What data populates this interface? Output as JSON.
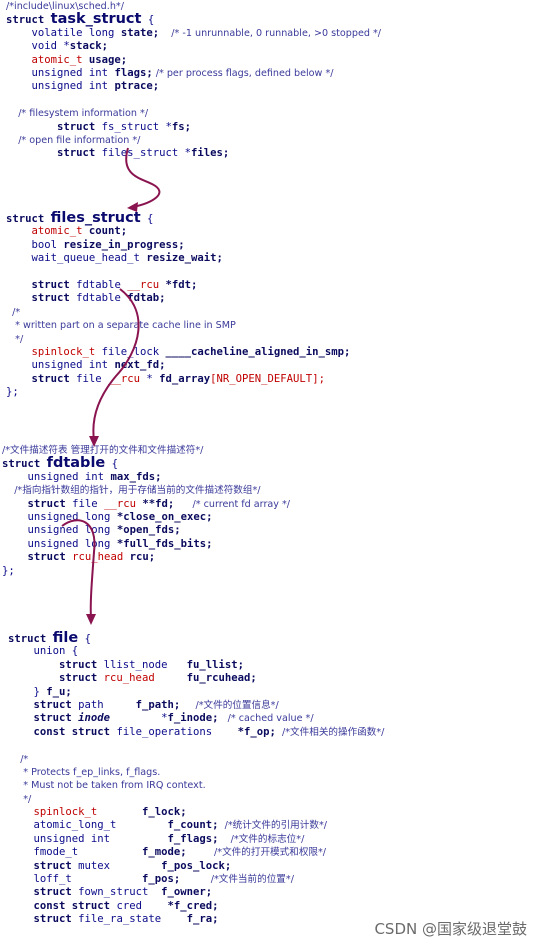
{
  "blocks": [
    {
      "id": "task-struct",
      "lines": [
        [
          {
            "t": "/*include\\linux\\sched.h*/",
            "c": "cm"
          }
        ],
        [
          {
            "t": "struct ",
            "c": "kw b"
          },
          {
            "t": "task_struct",
            "c": "big"
          },
          {
            "t": " {",
            "c": "kw"
          }
        ],
        [
          {
            "t": "    volatile long ",
            "c": "kw"
          },
          {
            "t": "state;",
            "c": "b"
          },
          {
            "t": "    /* -1 unrunnable, 0 runnable, >0 stopped */",
            "c": "cm"
          }
        ],
        [
          {
            "t": "    void *",
            "c": "kw"
          },
          {
            "t": "stack;",
            "c": "b"
          }
        ],
        [
          {
            "t": "    atomic_t ",
            "c": "red"
          },
          {
            "t": "usage;",
            "c": "b"
          }
        ],
        [
          {
            "t": "    unsigned int ",
            "c": "kw"
          },
          {
            "t": "flags;",
            "c": "b"
          },
          {
            "t": " /* per process flags, defined below */",
            "c": "cm"
          }
        ],
        [
          {
            "t": "    unsigned int ",
            "c": "kw"
          },
          {
            "t": "ptrace;",
            "c": "b"
          }
        ],
        [
          {
            "t": "",
            "c": ""
          }
        ],
        [
          {
            "t": "    /* filesystem information */",
            "c": "cm"
          }
        ],
        [
          {
            "t": "        struct ",
            "c": "kw b"
          },
          {
            "t": "fs_struct *",
            "c": "kw"
          },
          {
            "t": "fs;",
            "c": "b"
          }
        ],
        [
          {
            "t": "    /* open file information */",
            "c": "cm"
          }
        ],
        [
          {
            "t": "        struct ",
            "c": "kw b"
          },
          {
            "t": "files_struct *",
            "c": "kw"
          },
          {
            "t": "files;",
            "c": "b"
          }
        ]
      ]
    },
    {
      "id": "files-struct",
      "lines": [
        [
          {
            "t": "struct ",
            "c": "kw b"
          },
          {
            "t": "files_struct",
            "c": "big"
          },
          {
            "t": " {",
            "c": "kw"
          }
        ],
        [
          {
            "t": "    atomic_t ",
            "c": "red"
          },
          {
            "t": "count;",
            "c": "b"
          }
        ],
        [
          {
            "t": "    bool ",
            "c": "kw"
          },
          {
            "t": "resize_in_progress;",
            "c": "b"
          }
        ],
        [
          {
            "t": "    wait_queue_head_t ",
            "c": "kw"
          },
          {
            "t": "resize_wait;",
            "c": "b"
          }
        ],
        [
          {
            "t": "",
            "c": ""
          }
        ],
        [
          {
            "t": "    struct ",
            "c": "kw b"
          },
          {
            "t": "fdtable ",
            "c": "kw"
          },
          {
            "t": "__rcu ",
            "c": "red"
          },
          {
            "t": "*fdt;",
            "c": "b"
          }
        ],
        [
          {
            "t": "    struct ",
            "c": "kw b"
          },
          {
            "t": "fdtable ",
            "c": "kw"
          },
          {
            "t": "fdtab;",
            "c": "b"
          }
        ],
        [
          {
            "t": "  /*",
            "c": "cm"
          }
        ],
        [
          {
            "t": "   * written part on a separate cache line in SMP",
            "c": "cm"
          }
        ],
        [
          {
            "t": "   */",
            "c": "cm"
          }
        ],
        [
          {
            "t": "    spinlock_t ",
            "c": "red"
          },
          {
            "t": "file_lock ",
            "c": "kw"
          },
          {
            "t": "____cacheline_aligned_in_smp;",
            "c": "b"
          }
        ],
        [
          {
            "t": "    unsigned int ",
            "c": "kw"
          },
          {
            "t": "next_fd;",
            "c": "b"
          }
        ],
        [
          {
            "t": "    struct ",
            "c": "kw b"
          },
          {
            "t": "file ",
            "c": "kw"
          },
          {
            "t": "__rcu ",
            "c": "red"
          },
          {
            "t": "* ",
            "c": "kw"
          },
          {
            "t": "fd_array",
            "c": "b"
          },
          {
            "t": "[NR_OPEN_DEFAULT];",
            "c": "red"
          }
        ],
        [
          {
            "t": "};",
            "c": "kw"
          }
        ]
      ]
    },
    {
      "id": "fdtable",
      "lines": [
        [
          {
            "t": "/*文件描述符表 管理打开的文件和文件描述符*/",
            "c": "cm"
          }
        ],
        [
          {
            "t": "struct ",
            "c": "kw b"
          },
          {
            "t": "fdtable",
            "c": "big"
          },
          {
            "t": " {",
            "c": "kw"
          }
        ],
        [
          {
            "t": "    unsigned int ",
            "c": "kw"
          },
          {
            "t": "max_fds;",
            "c": "b"
          }
        ],
        [
          {
            "t": "    /*指向指针数组的指针，用于存储当前的文件描述符数组*/",
            "c": "cm"
          }
        ],
        [
          {
            "t": "    struct ",
            "c": "kw b"
          },
          {
            "t": "file ",
            "c": "kw"
          },
          {
            "t": "__rcu ",
            "c": "red"
          },
          {
            "t": "**fd;",
            "c": "b"
          },
          {
            "t": "      /* current fd array */",
            "c": "cm"
          }
        ],
        [
          {
            "t": "    unsigned long ",
            "c": "kw"
          },
          {
            "t": "*close_on_exec;",
            "c": "b"
          }
        ],
        [
          {
            "t": "    unsigned long ",
            "c": "kw"
          },
          {
            "t": "*open_fds;",
            "c": "b"
          }
        ],
        [
          {
            "t": "    unsigned long ",
            "c": "kw"
          },
          {
            "t": "*full_fds_bits;",
            "c": "b"
          }
        ],
        [
          {
            "t": "    struct ",
            "c": "kw b"
          },
          {
            "t": "rcu_head ",
            "c": "red"
          },
          {
            "t": "rcu;",
            "c": "b"
          }
        ],
        [
          {
            "t": "};",
            "c": "kw"
          }
        ]
      ]
    },
    {
      "id": "file",
      "lines": [
        [
          {
            "t": "struct ",
            "c": "kw b"
          },
          {
            "t": "file",
            "c": "big"
          },
          {
            "t": " {",
            "c": "kw"
          }
        ],
        [
          {
            "t": "    union {",
            "c": "kw"
          }
        ],
        [
          {
            "t": "        struct ",
            "c": "kw b"
          },
          {
            "t": "llist_node   ",
            "c": "kw"
          },
          {
            "t": "fu_llist;",
            "c": "b"
          }
        ],
        [
          {
            "t": "        struct ",
            "c": "kw b"
          },
          {
            "t": "rcu_head     ",
            "c": "red"
          },
          {
            "t": "fu_rcuhead;",
            "c": "b"
          }
        ],
        [
          {
            "t": "    } ",
            "c": "kw"
          },
          {
            "t": "f_u;",
            "c": "b"
          }
        ],
        [
          {
            "t": "    struct ",
            "c": "kw b"
          },
          {
            "t": "path     ",
            "c": "kw"
          },
          {
            "t": "f_path;",
            "c": "b"
          },
          {
            "t": "     /*文件的位置信息*/",
            "c": "cm"
          }
        ],
        [
          {
            "t": "    struct ",
            "c": "kw b"
          },
          {
            "t": "inode",
            "c": "kw b it"
          },
          {
            "t": "        *",
            "c": "kw"
          },
          {
            "t": "f_inode;",
            "c": "b"
          },
          {
            "t": "   /* cached value */",
            "c": "cm"
          }
        ],
        [
          {
            "t": "    const struct ",
            "c": "kw b"
          },
          {
            "t": "file_operations    ",
            "c": "kw"
          },
          {
            "t": "*f_op;",
            "c": "b"
          },
          {
            "t": "  /*文件相关的操作函数*/",
            "c": "cm"
          }
        ],
        [
          {
            "t": "",
            "c": ""
          }
        ],
        [
          {
            "t": "    /*",
            "c": "cm"
          }
        ],
        [
          {
            "t": "     * Protects f_ep_links, f_flags.",
            "c": "cm"
          }
        ],
        [
          {
            "t": "     * Must not be taken from IRQ context.",
            "c": "cm"
          }
        ],
        [
          {
            "t": "     */",
            "c": "cm"
          }
        ],
        [
          {
            "t": "    spinlock_t       ",
            "c": "red"
          },
          {
            "t": "f_lock;",
            "c": "b"
          }
        ],
        [
          {
            "t": "    atomic_long_t        ",
            "c": "kw"
          },
          {
            "t": "f_count;",
            "c": "b"
          },
          {
            "t": "  /*统计文件的引用计数*/",
            "c": "cm"
          }
        ],
        [
          {
            "t": "    unsigned int         ",
            "c": "kw"
          },
          {
            "t": "f_flags;",
            "c": "b"
          },
          {
            "t": "    /*文件的标志位*/",
            "c": "cm"
          }
        ],
        [
          {
            "t": "    fmode_t          ",
            "c": "kw"
          },
          {
            "t": "f_mode;",
            "c": "b"
          },
          {
            "t": "         /*文件的打开模式和权限*/",
            "c": "cm"
          }
        ],
        [
          {
            "t": "    struct ",
            "c": "kw b"
          },
          {
            "t": "mutex        ",
            "c": "kw"
          },
          {
            "t": "f_pos_lock;",
            "c": "b"
          }
        ],
        [
          {
            "t": "    loff_t           ",
            "c": "kw"
          },
          {
            "t": "f_pos;",
            "c": "b"
          },
          {
            "t": "          /*文件当前的位置*/",
            "c": "cm"
          }
        ],
        [
          {
            "t": "    struct ",
            "c": "kw b"
          },
          {
            "t": "fown_struct  ",
            "c": "kw"
          },
          {
            "t": "f_owner;",
            "c": "b"
          }
        ],
        [
          {
            "t": "    const struct ",
            "c": "kw b"
          },
          {
            "t": "cred    ",
            "c": "kw"
          },
          {
            "t": "*f_cred;",
            "c": "b"
          }
        ],
        [
          {
            "t": "    struct ",
            "c": "kw b"
          },
          {
            "t": "file_ra_state    ",
            "c": "kw"
          },
          {
            "t": "f_ra;",
            "c": "b"
          }
        ]
      ]
    }
  ],
  "watermark": "CSDN @国家级退堂鼓",
  "arrow_color": "#8a1450"
}
